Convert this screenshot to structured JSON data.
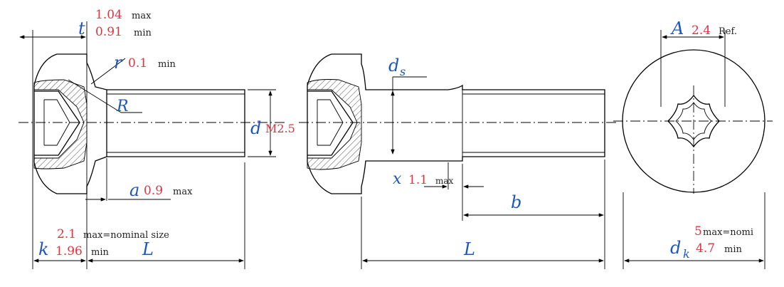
{
  "colors": {
    "variable": "#1f57b8",
    "value": "#e0333f",
    "note": "#222222",
    "line": "#000000"
  },
  "dimensions": {
    "t": {
      "symbol": "t",
      "max": "1.04",
      "max_unit": "max",
      "min": "0.91",
      "min_unit": "min"
    },
    "r": {
      "symbol": "r",
      "value": "0.1",
      "unit": "min"
    },
    "R": {
      "symbol": "R"
    },
    "d": {
      "symbol": "d",
      "value": "M2.5"
    },
    "a": {
      "symbol": "a",
      "value": "0.9",
      "unit": "max"
    },
    "k": {
      "symbol": "k",
      "max": "2.1",
      "max_note": "max=nominal size",
      "min": "1.96",
      "min_unit": "min"
    },
    "L_left": {
      "symbol": "L"
    },
    "ds": {
      "symbol": "d",
      "subscript": "s"
    },
    "x": {
      "symbol": "x",
      "value": "1.1",
      "unit": "max"
    },
    "b": {
      "symbol": "b"
    },
    "L_mid": {
      "symbol": "L"
    },
    "A": {
      "symbol": "A",
      "value": "2.4",
      "unit": "Ref."
    },
    "dk": {
      "symbol": "d",
      "subscript": "k",
      "max": "5",
      "max_note": "max=nomi",
      "min": "4.7",
      "min_unit": "min"
    }
  }
}
